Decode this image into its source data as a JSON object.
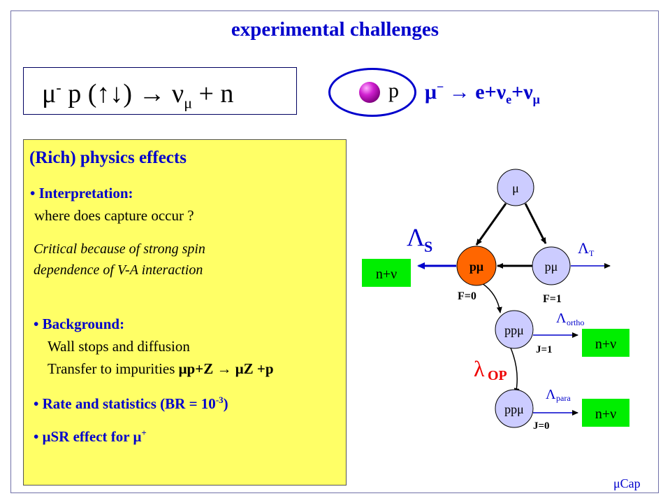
{
  "slide": {
    "title": "experimental challenges",
    "reaction": {
      "lhs": "μ",
      "lhs_sup": "-",
      "mid": " p (↑↓) → ν",
      "nu_sub": "μ",
      "rhs": " + n"
    },
    "proton_label": "p",
    "decay": {
      "a": "μ",
      "a_sup": "−",
      "b": " → e+ν",
      "nu_e_sub": "e",
      "c": "+ν",
      "nu_mu_sub": "μ"
    },
    "footer": "μCap"
  },
  "panel": {
    "heading": "(Rich) physics effects",
    "interp_bullet": "• Interpretation:",
    "interp_q": "where does capture occur ?",
    "critical_1": "Critical because of strong spin",
    "critical_2": "dependence of V-A interaction",
    "bg_bullet": "• Background:",
    "bg_1": "Wall stops and diffusion",
    "bg_2_prefix": "Transfer to impurities ",
    "bg_2_eq": "μp+Z → μZ +p",
    "rate_prefix": "• Rate and statistics  (BR = 10",
    "rate_sup": "-3",
    "rate_suffix": ")",
    "musr_prefix": "• μSR effect for μ",
    "musr_sup": "+"
  },
  "diagram": {
    "mu": "μ",
    "pmu_singlet": "pμ",
    "pmu_triplet": "pμ",
    "f0": "F=0",
    "f1": "F=1",
    "lambda_s": "Λ",
    "lambda_s_sub": "S",
    "lambda_t": "Λ",
    "lambda_t_sub": "T",
    "nnu_left": "n+ν",
    "ppmu_top": "ppμ",
    "ppmu_bottom": "ppμ",
    "lambda_ortho": "Λ",
    "lambda_ortho_sub": "ortho",
    "lambda_para": "Λ",
    "lambda_para_sub": "para",
    "j1": "J=1",
    "j0": "J=0",
    "lambda_op": "λ",
    "lambda_op_sub": "OP",
    "nnu_ortho": "n+ν",
    "nnu_para": "n+ν"
  },
  "colors": {
    "title": "#0000cc",
    "panel": "#ffff66",
    "nnu_box": "#00ee00",
    "node": "#ccccff",
    "pmu_singlet": "#ff6600",
    "lambda_op": "#ee0000"
  }
}
